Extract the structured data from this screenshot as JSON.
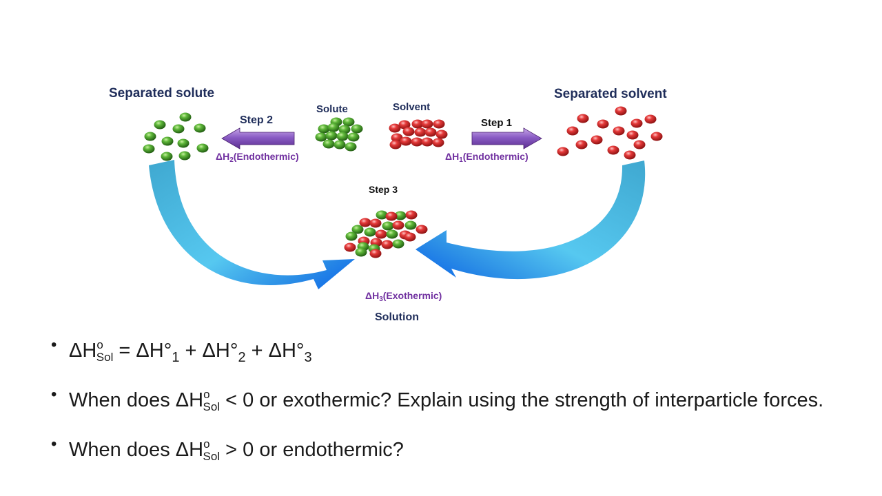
{
  "diagram": {
    "separated_solute": "Separated solute",
    "separated_solvent": "Separated solvent",
    "solute": "Solute",
    "solvent": "Solvent",
    "step2": "Step 2",
    "step1": "Step 1",
    "step3": "Step 3",
    "dh2_symbol": "ΔH",
    "dh2_sub": "2",
    "dh2_text": "(Endothermic)",
    "dh1_symbol": "ΔH",
    "dh1_sub": "1",
    "dh1_text": "(Endothermic)",
    "dh3_symbol": "ΔH",
    "dh3_sub": "3",
    "dh3_text": "(Exothermic)",
    "solution": "Solution",
    "colors": {
      "solute_particle": "#4a9a2a",
      "solvent_particle": "#d8252a",
      "arrow_purple": "#7e4fb0",
      "curve_blue": "#2f8fd8",
      "label_navy": "#1f2d5a",
      "label_purple": "#7030a0"
    }
  },
  "bullets": {
    "b1": {
      "dh": "ΔH",
      "o": "o",
      "sol": "Sol",
      "eq": " = ΔH°",
      "s1": "1",
      "plus1": " + ΔH°",
      "s2": "2",
      "plus2": " + ΔH°",
      "s3": "3"
    },
    "b2": {
      "pre": "When does ΔH",
      "o": "o",
      "sol": "Sol",
      "post": " < 0  or exothermic?  Explain using the strength of interparticle forces."
    },
    "b3": {
      "pre": "When does ΔH",
      "o": "o",
      "sol": "Sol",
      "post": " > 0  or endothermic?"
    }
  }
}
